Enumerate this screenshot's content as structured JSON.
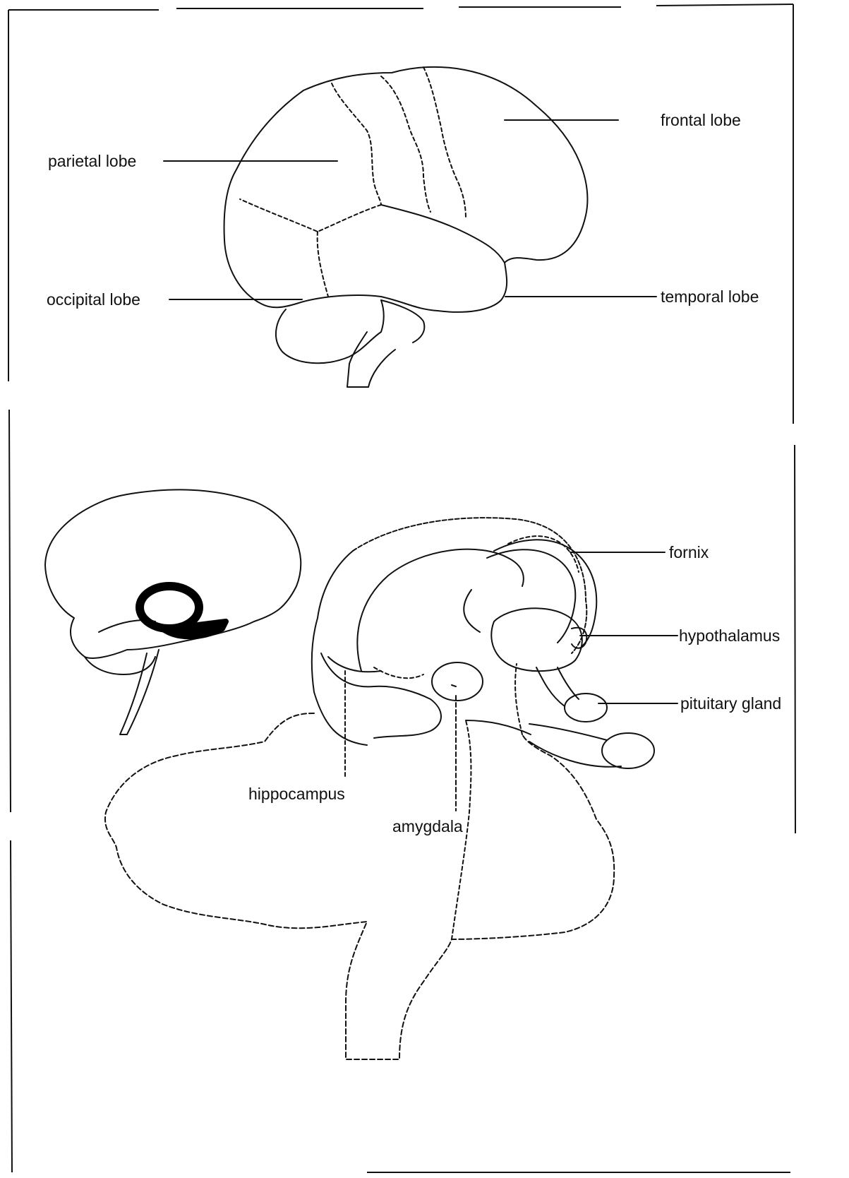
{
  "figure": {
    "top_view": {
      "labels": {
        "frontal_lobe": "frontal lobe",
        "parietal_lobe": "parietal lobe",
        "occipital_lobe": "occipital lobe",
        "temporal_lobe": "temporal lobe"
      }
    },
    "limbic_view": {
      "labels": {
        "fornix": "fornix",
        "hypothalamus": "hypothalamus",
        "pituitary_gland": "pituitary gland",
        "hippocampus": "hippocampus",
        "amygdala": "amygdala"
      }
    },
    "colors": {
      "ink": "#111111",
      "background": "#ffffff"
    }
  }
}
